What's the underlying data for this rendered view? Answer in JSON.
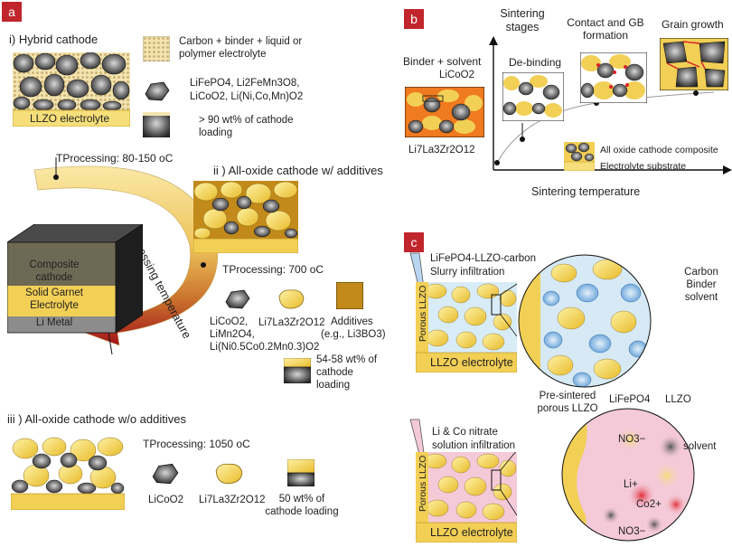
{
  "panel_a": {
    "tag": "a",
    "hybrid_title": "i) Hybrid cathode",
    "hybrid_electrolyte": "LLZO electrolyte",
    "legend_matrix": "Carbon + binder + liquid or polymer electrolyte",
    "legend_active_line1": "LiFePO4, Li2FeMn3O8,",
    "legend_active_line2": "LiCoO2, Li(Ni,Co,Mn)O2",
    "legend_loading": "> 90 wt% of cathode loading",
    "tproc_1": "TProcessing: 80-150 oC",
    "allox_add_title": "ii ) All-oxide cathode w/ additives",
    "tproc_2": "TProcessing: 700 oC",
    "processing_temperature": "Processing temperature",
    "cube_top": "Composite cathode",
    "cube_mid": "Solid Garnet Electrolyte",
    "cube_bot": "Li Metal",
    "add_licoo2": "LiCoO2,",
    "add_limn": "LiMn2O4,",
    "add_linco": "Li(Ni0.5Co0.2Mn0.3)O2",
    "add_llzo": "Li7La3Zr2O12",
    "add_additives": "Additives",
    "add_additives_eg": "(e.g., Li3BO3)",
    "add_loading": "54-58 wt% of cathode loading",
    "noadd_title": "iii ) All-oxide cathode w/o additives",
    "tproc_3": "TProcessing: 1050 oC",
    "noadd_licoo2": "LiCoO2",
    "noadd_llzo": "Li7La3Zr2O12",
    "noadd_loading": "50 wt% of cathode loading"
  },
  "panel_b": {
    "tag": "b",
    "y_axis": "Sintering stages",
    "x_axis": "Sintering temperature",
    "binder_solvent": "Binder + solvent",
    "licoo2": "LiCoO2",
    "llzo": "Li7La3Zr2O12",
    "debinding": "De-binding",
    "contact_gb": "Contact and GB formation",
    "grain_growth": "Grain growth",
    "all_oxide_composite": "All oxide cathode composite",
    "electrolyte_substrate": "Electrolyte substrate"
  },
  "panel_c": {
    "tag": "c",
    "slurry_line1": "LiFePO4-LLZO-carbon",
    "slurry_line2": "Slurry infiltration",
    "porous_llzo": "Porous LLZO",
    "llzo_electrolyte": "LLZO electrolyte",
    "carbon_binder_solvent": "Carbon Binder solvent",
    "pre_sintered": "Pre-sintered porous LLZO",
    "lifepo4": "LiFePO4",
    "llzo": "LLZO",
    "nitrate_line1": "Li & Co nitrate",
    "nitrate_line2": "solution infiltration",
    "porous_llzo_2": "Porous LLZO",
    "llzo_electrolyte_2": "LLZO electrolyte",
    "no3_top": "NO3−",
    "li_plus": "Li+",
    "co_2plus": "Co2+",
    "no3_bottom": "NO3−",
    "solvent": "solvent"
  },
  "colors": {
    "panel_tag": "#c0262c",
    "llzo_yellow": "#f2d14a",
    "electrolyte_yellow": "#f6df7a",
    "carbon_beige": "#f3e3b0",
    "lifepo4_blue": "#7fb2e0",
    "solution_pink": "#f4c9d8",
    "arrow_red": "#b3262a",
    "sinter_orange": "#ef7a1f"
  }
}
